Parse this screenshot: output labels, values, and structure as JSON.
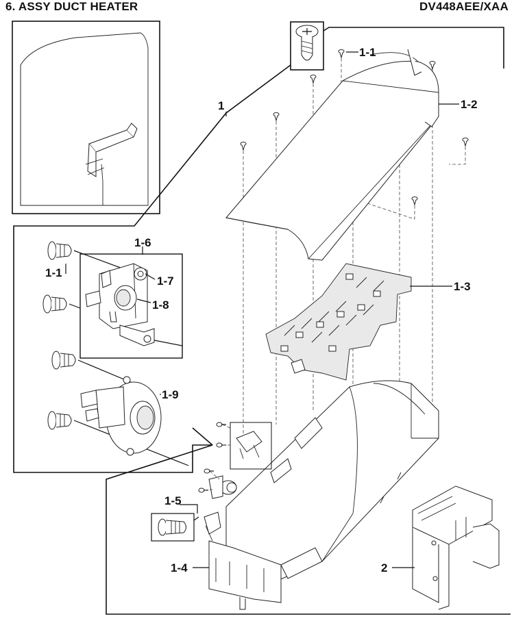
{
  "header": {
    "title": "6. ASSY DUCT HEATER",
    "model": "DV448AEE/XAA"
  },
  "labels": {
    "l_1": "1",
    "l_1_1_top": "1-1",
    "l_1_2": "1-2",
    "l_1_3": "1-3",
    "l_1_1_left": "1-1",
    "l_1_6": "1-6",
    "l_1_7": "1-7",
    "l_1_8": "1-8",
    "l_1_9": "1-9",
    "l_1_5": "1-5",
    "l_1_4": "1-4",
    "l_2": "2"
  }
}
